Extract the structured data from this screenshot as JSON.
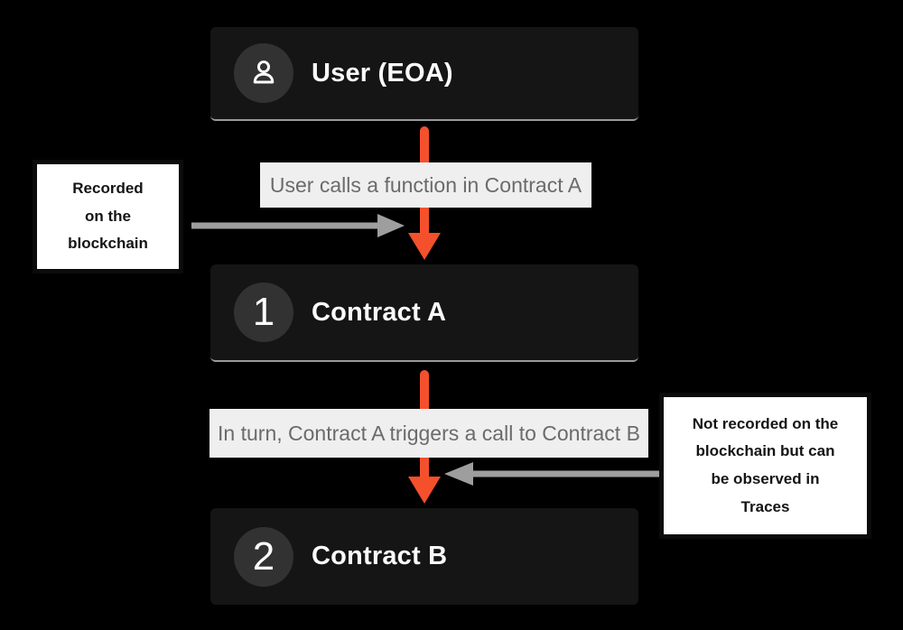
{
  "nodes": {
    "user": {
      "title": "User (EOA)"
    },
    "contract_a": {
      "title": "Contract A",
      "badge": "1"
    },
    "contract_b": {
      "title": "Contract B",
      "badge": "2"
    }
  },
  "edges": {
    "user_to_contract_a": {
      "label": "User calls a function in Contract A"
    },
    "contract_a_to_contract_b": {
      "label": "In turn, Contract A triggers a call to Contract B"
    }
  },
  "notes": {
    "recorded": {
      "text": "Recorded\non the\nblockchain"
    },
    "not_recorded": {
      "text": "Not recorded on the\nblockchain but can\nbe observed in\nTraces"
    }
  },
  "colors": {
    "background": "#000000",
    "node_background": "#151515",
    "badge_background": "#323232",
    "node_text": "#fafafa",
    "node_divider": "#9a9a9a",
    "edge_label_background": "#efefef",
    "edge_label_text": "#6b6b6b",
    "arrow_accent": "#f4502c",
    "arrow_gray": "#9e9e9e",
    "note_background": "#ffffff",
    "note_border": "#0b0b0b",
    "note_text": "#141414"
  }
}
